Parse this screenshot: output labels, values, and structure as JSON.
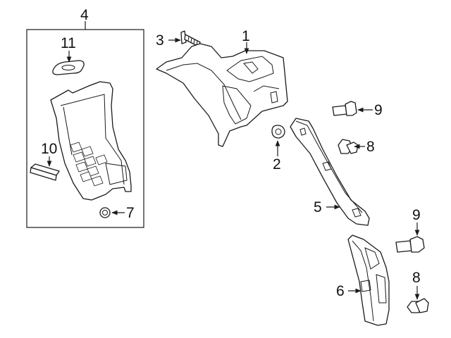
{
  "callouts": {
    "c1": "1",
    "c2": "2",
    "c3": "3",
    "c4": "4",
    "c5": "5",
    "c6": "6",
    "c7": "7",
    "c8a": "8",
    "c8b": "8",
    "c9a": "9",
    "c9b": "9",
    "c10": "10",
    "c11": "11"
  },
  "colors": {
    "line": "#1a1a1a",
    "background": "#ffffff"
  }
}
